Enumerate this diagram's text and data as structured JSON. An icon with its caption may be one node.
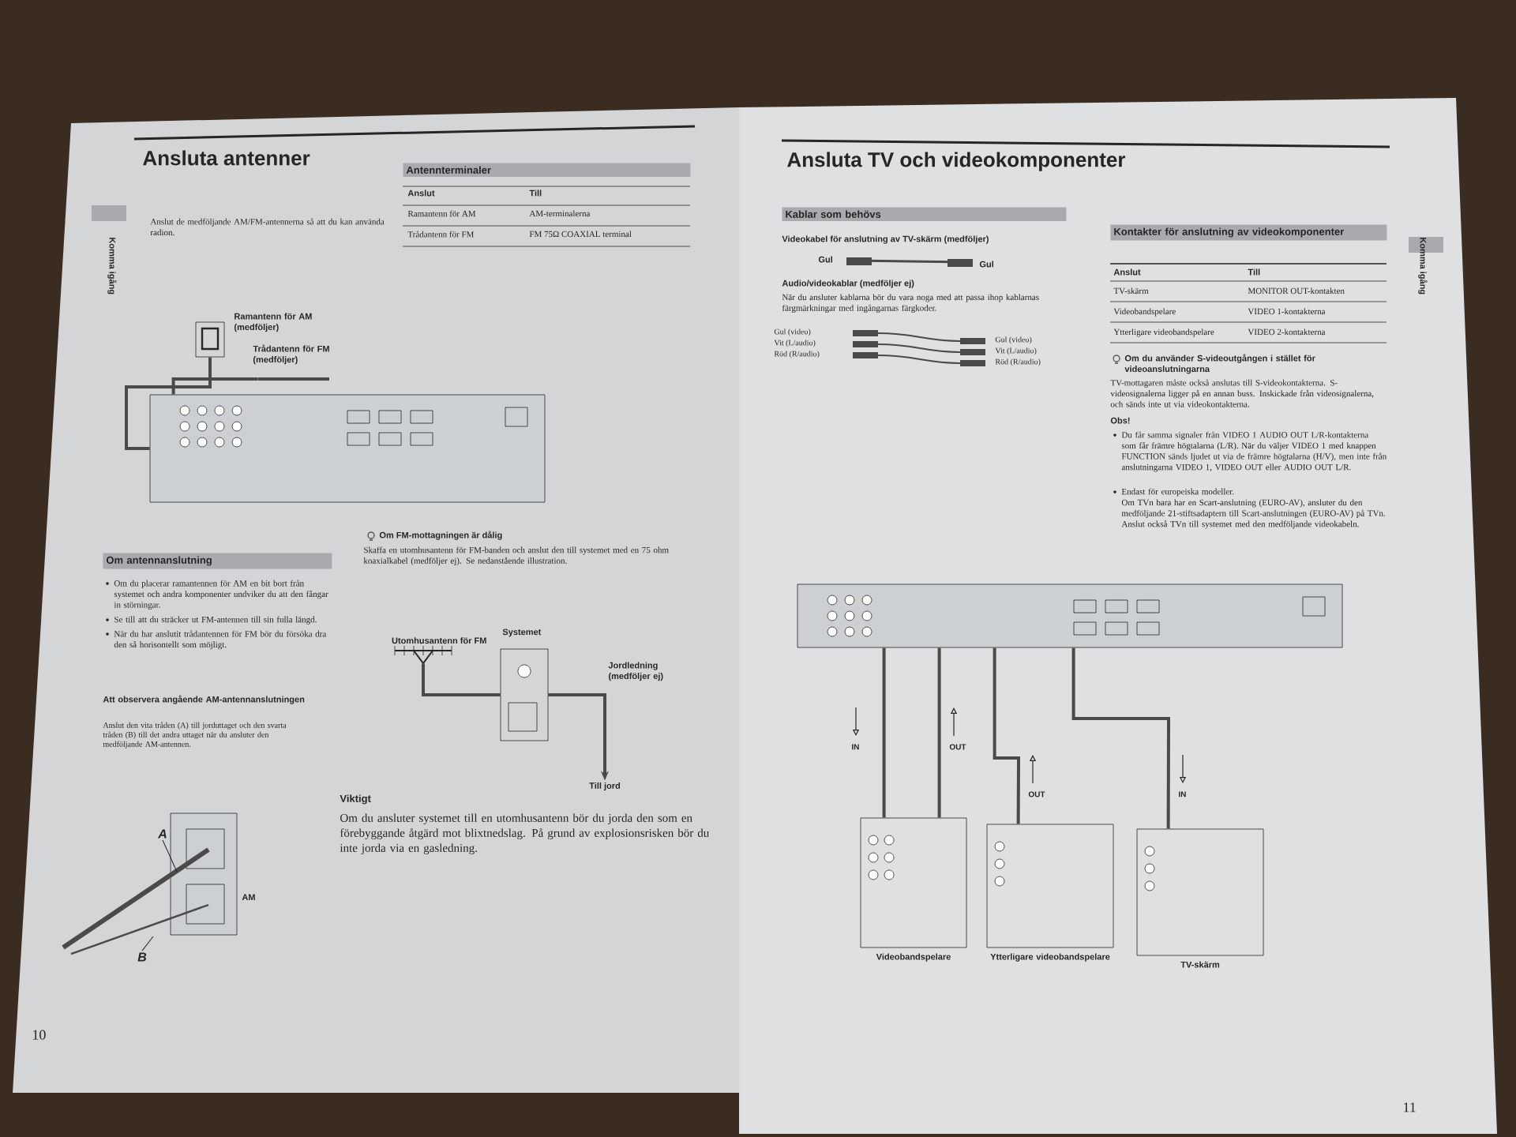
{
  "diagram": {
    "nodes": [
      {
        "text": [],
        "shape": "picture",
        "beside": [
          "Ramantenn för AM (medföljer)"
        ]
      },
      {
        "text": [],
        "shape": "line",
        "beside": [
          "Trådantenn för FM (medföljer)"
        ]
      },
      {
        "text": [],
        "shape": "picture"
      },
      {
        "text": [
          "A"
        ]
      },
      {
        "text": [
          "B"
        ]
      },
      {
        "text": [
          "Utomhusantenn för FM"
        ]
      },
      {
        "text": [],
        "shape": "picture",
        "beside": [
          "Systemet"
        ]
      },
      {
        "text": [
          "Till jord"
        ]
      },
      {
        "text": [],
        "shape": "picture"
      },
      {
        "text": [
          "Videobandspelare"
        ]
      },
      {
        "text": [
          "Ytterligare videobandspelare"
        ]
      },
      {
        "text": [
          "TV-skärm"
        ]
      }
    ],
    "edges": [
      {
        "from": 0,
        "to": 2,
        "arrow": "none"
      },
      {
        "from": 1,
        "to": 2,
        "arrow": "none"
      },
      {
        "from": 3,
        "to": null,
        "arrow": "none"
      },
      {
        "from": 4,
        "to": null,
        "arrow": "none"
      },
      {
        "from": 5,
        "to": 6,
        "arrow": "none"
      },
      {
        "from": 6,
        "to": 7,
        "arrow": "to",
        "label": "Jordledning (medföljer ej)"
      },
      {
        "from": 8,
        "to": 9,
        "arrow": "none",
        "label": "IN"
      },
      {
        "from": 8,
        "to": 9,
        "arrow": "none",
        "label": "OUT"
      },
      {
        "from": 8,
        "to": 10,
        "arrow": "none",
        "label": "OUT"
      },
      {
        "from": 8,
        "to": 11,
        "arrow": "none",
        "label": "IN"
      }
    ],
    "labels": [
      "Ansluta antenner",
      "Komma igång",
      "Anslut de medföljande AM/FM-antennerna så att du kan använda radion.",
      "Antennterminaler",
      "Anslut",
      "Till",
      "Ramantenn för AM",
      "AM-terminalerna",
      "Trådantenn för FM",
      "FM 75Ω COAXIAL terminal",
      "Om antennanslutning",
      "Om du placerar ramantennen för AM en bit bort från systemet och andra komponenter undviker du att den fångar in störningar.",
      "Se till att du sträcker ut FM-antennen till sin fulla längd.",
      "När du har anslutit trådantennen för FM bör du försöka dra den så horisontellt som möjligt.",
      "Att observera angående AM-antennanslutningen",
      "Anslut den vita tråden (A) till jorduttaget och den svarta tråden (B) till det andra uttaget när du ansluter den medföljande AM-antennen.",
      "AM",
      "Om FM-mottagningen är dålig",
      "Skaffa en utomhusantenn för FM-banden och anslut den till systemet med en 75 ohm koaxialkabel (medföljer ej). Se nedanstående illustration.",
      "Viktigt",
      "Om du ansluter systemet till en utomhusantenn bör du jorda den som en förebyggande åtgärd mot blixtnedslag. På grund av explosionsrisken bör du inte jorda via en gasledning.",
      "10",
      "Ansluta TV och videokomponenter",
      "Kablar som behövs",
      "Videokabel för anslutning av TV-skärm (medföljer)",
      "Gul",
      "Gul",
      "Audio/videokablar (medföljer ej)",
      "När du ansluter kablarna bör du vara noga med att passa ihop kablarnas färgmärkningar med ingångarnas färgkoder.",
      "Gul (video)",
      "Vit (L/audio)",
      "Röd (R/audio)",
      "Gul (video)",
      "Vit (L/audio)",
      "Röd (R/audio)",
      "Kontakter för anslutning av videokomponenter",
      "Anslut",
      "Till",
      "TV-skärm",
      "MONITOR OUT-kontakten",
      "Videobandspelare",
      "VIDEO 1-kontakterna",
      "Ytterligare videobandspelare",
      "VIDEO 2-kontakterna",
      "Om du använder S-videoutgången i stället för videoanslutningarna",
      "TV-mottagaren måste också anslutas till S-videokontakterna. S-videosignalerna ligger på en annan buss. Inskickade från videosignalerna, och sänds inte ut via videokontakterna.",
      "Obs!",
      "Du får samma signaler från VIDEO 1 AUDIO OUT L/R-kontakterna som får främre högtalarna (L/R). När du väljer VIDEO 1 med knappen FUNCTION sänds ljudet ut via de främre högtalarna (H/V), men inte från anslutningarna VIDEO 1, VIDEO OUT eller AUDIO OUT L/R.",
      "Endast för europeiska modeller.",
      "Om TVn bara har en Scart-anslutning (EURO-AV), ansluter du den medföljande 21-stiftsadaptern till Scart-anslutningen (EURO-AV) på TVn. Anslut också TVn till systemet med den medföljande videokabeln.",
      "Komma igång",
      "11"
    ]
  }
}
